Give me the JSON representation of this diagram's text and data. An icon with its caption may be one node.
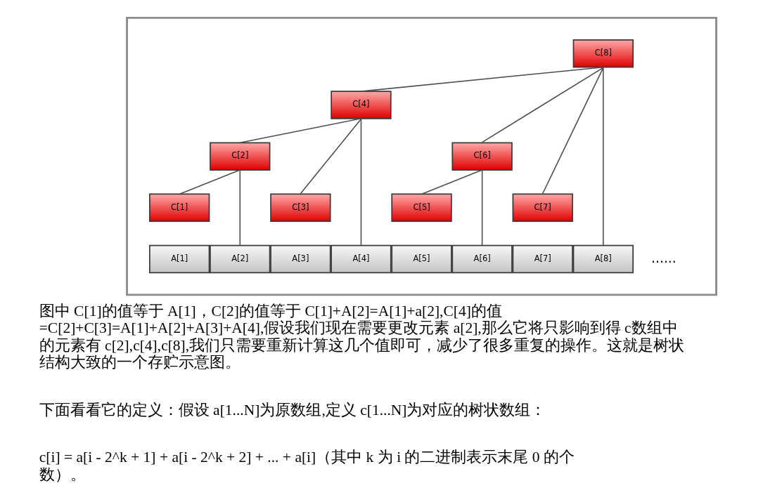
{
  "diagram": {
    "nodes": [
      {
        "text": [],
        "shape": "box"
      },
      {
        "text": [
          "C[8]"
        ],
        "in": 0
      },
      {
        "text": [
          "C[4]"
        ],
        "in": 0
      },
      {
        "text": [
          "C[2]"
        ],
        "in": 0
      },
      {
        "text": [
          "C[6]"
        ],
        "in": 0
      },
      {
        "text": [
          "C[1]"
        ],
        "in": 0
      },
      {
        "text": [
          "C[3]"
        ],
        "in": 0
      },
      {
        "text": [
          "C[5]"
        ],
        "in": 0
      },
      {
        "text": [
          "C[7]"
        ],
        "in": 0
      },
      {
        "text": [
          "A[1]"
        ],
        "in": 0
      },
      {
        "text": [
          "A[2]"
        ],
        "in": 0
      },
      {
        "text": [
          "A[3]"
        ],
        "in": 0
      },
      {
        "text": [
          "A[4]"
        ],
        "in": 0
      },
      {
        "text": [
          "A[5]"
        ],
        "in": 0
      },
      {
        "text": [
          "A[6]"
        ],
        "in": 0
      },
      {
        "text": [
          "A[7]"
        ],
        "in": 0
      },
      {
        "text": [
          "A[8]"
        ],
        "in": 0
      }
    ],
    "edges": [
      {
        "from": 1,
        "to": 2,
        "arrow": "none"
      },
      {
        "from": 1,
        "to": 4,
        "arrow": "none"
      },
      {
        "from": 1,
        "to": 8,
        "arrow": "none"
      },
      {
        "from": 1,
        "to": 16,
        "arrow": "none"
      },
      {
        "from": 2,
        "to": 3,
        "arrow": "none"
      },
      {
        "from": 2,
        "to": 6,
        "arrow": "none"
      },
      {
        "from": 2,
        "to": 12,
        "arrow": "none"
      },
      {
        "from": 3,
        "to": 5,
        "arrow": "none"
      },
      {
        "from": 3,
        "to": 10,
        "arrow": "none"
      },
      {
        "from": 4,
        "to": 7,
        "arrow": "none"
      },
      {
        "from": 4,
        "to": 14,
        "arrow": "none"
      }
    ],
    "labels": [
      "......",
      "图中 C[1]的值等于 A[1]，C[2]的值等于 C[1]+A[2]=A[1]+a[2],C[4]的值=C[2]+C[3]=A[1]+A[2]+A[3]+A[4],假设我们现在需要更改元素 a[2],那么它将只影响到得 c数组中的元素有 c[2],c[4],c[8],我们只需要重新计算这几个值即可，减少了很多重复的操作。这就是树状结构大致的一个存贮示意图。",
      "下面看看它的定义：假设 a[1...N]为原数组,定义 c[1...N]为对应的树状数组：",
      "c[i] = a[i - 2^k + 1] + a[i - 2^k + 2] + ... + a[i]（其中 k 为 i 的二进制表示末尾 0 的个数）。"
    ]
  }
}
